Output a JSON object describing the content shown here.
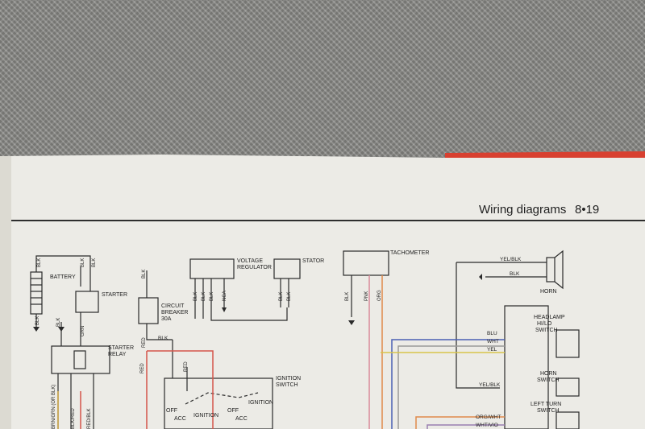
{
  "header": {
    "title": "Wiring diagrams",
    "page_number": "8•19"
  },
  "labels": {
    "battery": "BATTERY",
    "starter": "STARTER",
    "starter_relay_1": "STARTER",
    "starter_relay_2": "RELAY",
    "circuit_breaker_1": "CIRCUIT",
    "circuit_breaker_2": "BREAKER",
    "circuit_breaker_3": "30A",
    "voltage_regulator_1": "VOLTAGE",
    "voltage_regulator_2": "REGULATOR",
    "stator": "STATOR",
    "tachometer": "TACHOMETER",
    "ignition_switch_1": "IGNITION",
    "ignition_switch_2": "SWITCH",
    "ign_off_1": "OFF",
    "ign_acc_1": "ACC",
    "ign_ignition_1": "IGNITION",
    "ign_off_2": "OFF",
    "ign_acc_2": "ACC",
    "ign_ignition_2": "IGNITION",
    "horn": "HORN",
    "headlamp_switch_1": "HEADLAMP",
    "headlamp_switch_2": "HI/LO",
    "headlamp_switch_3": "SWITCH",
    "horn_switch_1": "HORN",
    "horn_switch_2": "SWITCH",
    "left_turn_switch_1": "LEFT TURN",
    "left_turn_switch_2": "SWITCH"
  },
  "wire_labels": {
    "blk_batt_top": "BLK",
    "blk_starter_a": "BLK",
    "blk_starter_b": "BLK",
    "blk_cb_top": "BLK",
    "blk_batt_ground": "BLK",
    "blk_relay_ground": "BLK",
    "grn_relay": "GRN",
    "blk_cb_out": "BLK",
    "red_cb": "RED",
    "red_left": "RED",
    "red_ign": "RED",
    "vr_blk_1": "BLK",
    "vr_blk_2": "BLK",
    "vr_blk_3": "BLK",
    "vr_nca": "NCA",
    "st_blk_1": "BLK",
    "st_blk_2": "BLK",
    "tach_blk": "BLK",
    "tach_pnk": "PNK",
    "tach_org": "ORG",
    "horn_yel_blk": "YEL/BLK",
    "horn_blk": "BLK",
    "hl_blu": "BLU",
    "hl_wht": "WHT",
    "hl_yel": "YEL",
    "hs_yel_blk": "YEL/BLK",
    "lt_org_wht": "ORG/WHT",
    "lt_wht_vio": "WHT/VIO",
    "relay_wire_1": "BRN/GRN (OR BLK)",
    "relay_wire_2": "BLK/RED",
    "relay_wire_3": "RED/BLK"
  },
  "colors": {
    "red_wire": "#d4554a",
    "blue_wire": "#4a5fb3",
    "yellow_wire": "#d8c54a",
    "orange_wire": "#e08a4a",
    "pink_wire": "#d98a9a",
    "book_edge": "#d84030"
  }
}
